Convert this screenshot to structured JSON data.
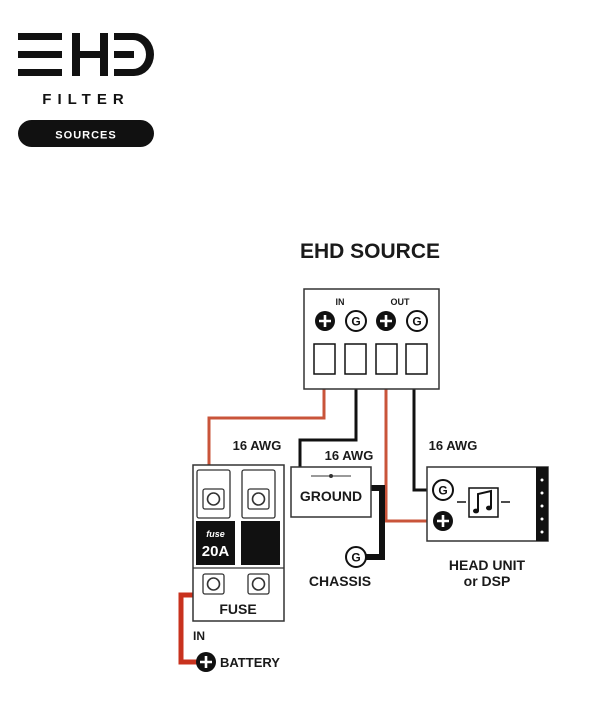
{
  "brand": {
    "logo_text": "EHD",
    "subtitle": "FILTER",
    "badge": "SOURCES"
  },
  "diagram": {
    "title": "EHD SOURCE",
    "source_box": {
      "in_label": "IN",
      "out_label": "OUT",
      "ground_symbol": "G"
    },
    "wire_labels": {
      "left": "16 AWG",
      "middle": "16 AWG",
      "right": "16 AWG"
    },
    "fuse_block": {
      "rating": "20A",
      "fuse_brand": "fuse",
      "label": "FUSE"
    },
    "ground_block": {
      "label": "GROUND"
    },
    "chassis": {
      "symbol": "G",
      "label": "CHASSIS"
    },
    "head_unit": {
      "label_line1": "HEAD UNIT",
      "label_line2": "or DSP",
      "ground_symbol": "G",
      "music_icon": "music-note-icon"
    },
    "battery": {
      "in_label": "IN",
      "label": "BATTERY"
    }
  },
  "colors": {
    "power_wire": "#c9543a",
    "battery_wire": "#c8321e",
    "ground_wire": "#111111",
    "ink": "#1a1a1a"
  }
}
